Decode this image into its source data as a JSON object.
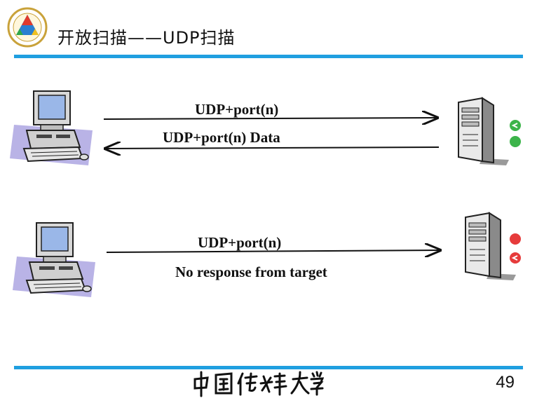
{
  "slide": {
    "title": "开放扫描——UDP扫描",
    "page_number": "49",
    "footer_signature": "中国传媒大学"
  },
  "scenario_open": {
    "request_label": "UDP+port(n)",
    "reply_label": "UDP+port(n) Data",
    "status_lights": [
      "green-return",
      "green"
    ]
  },
  "scenario_closed": {
    "request_label": "UDP+port(n)",
    "result_label": "No response from target",
    "status_lights": [
      "red",
      "red-return"
    ]
  },
  "colors": {
    "accent_rule": "#1f9fe0",
    "status_green": "#3cb44a",
    "status_red": "#e63b3b",
    "shadow_purple": "#b9b3e6"
  }
}
